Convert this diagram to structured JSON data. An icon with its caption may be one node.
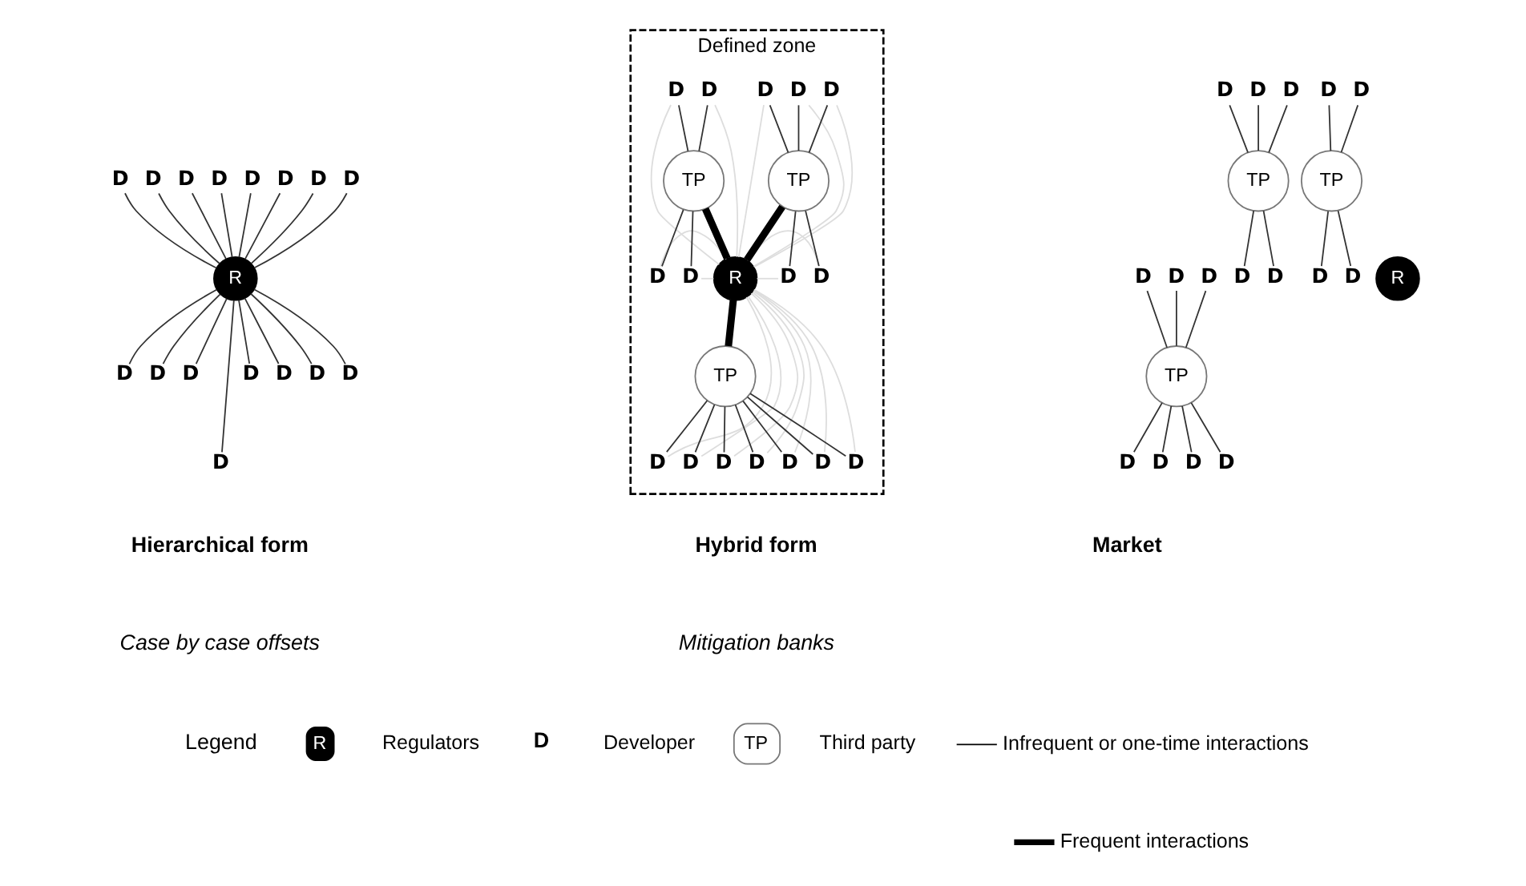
{
  "diagram": {
    "nodes": [
      {
        "text": [
          "R"
        ]
      },
      {
        "text": [
          "D"
        ]
      },
      {
        "text": [
          "D"
        ]
      },
      {
        "text": [
          "D"
        ]
      },
      {
        "text": [
          "D"
        ]
      },
      {
        "text": [
          "D"
        ]
      },
      {
        "text": [
          "D"
        ]
      },
      {
        "text": [
          "D"
        ]
      },
      {
        "text": [
          "D"
        ]
      },
      {
        "text": [
          "D"
        ]
      },
      {
        "text": [
          "D"
        ]
      },
      {
        "text": [
          "D"
        ]
      },
      {
        "text": [
          "D"
        ]
      },
      {
        "text": [
          "D"
        ]
      },
      {
        "text": [
          "D"
        ]
      },
      {
        "text": [
          "D"
        ]
      },
      {
        "text": [
          "D"
        ]
      },
      {
        "text": [
          "Defined zone"
        ]
      },
      {
        "text": [
          "R"
        ],
        "in": 17
      },
      {
        "text": [
          "TP"
        ],
        "in": 17
      },
      {
        "text": [
          "D"
        ],
        "in": 17
      },
      {
        "text": [
          "D"
        ],
        "in": 17
      },
      {
        "text": [
          "D"
        ],
        "in": 17
      },
      {
        "text": [
          "D"
        ],
        "in": 17
      },
      {
        "text": [
          "D"
        ],
        "in": 17
      },
      {
        "text": [
          "TP"
        ],
        "in": 17
      },
      {
        "text": [
          "D"
        ],
        "in": 17
      },
      {
        "text": [
          "D"
        ],
        "in": 17
      },
      {
        "text": [
          "D"
        ],
        "in": 17
      },
      {
        "text": [
          "D"
        ],
        "in": 17
      },
      {
        "text": [
          "TP"
        ],
        "in": 17
      },
      {
        "text": [
          "D"
        ],
        "in": 17
      },
      {
        "text": [
          "D"
        ],
        "in": 17
      },
      {
        "text": [
          "D"
        ],
        "in": 17
      },
      {
        "text": [
          "D"
        ],
        "in": 17
      },
      {
        "text": [
          "D"
        ],
        "in": 17
      },
      {
        "text": [
          "D"
        ],
        "in": 17
      },
      {
        "text": [
          "D"
        ],
        "in": 17
      },
      {
        "text": [
          "TP"
        ]
      },
      {
        "text": [
          "D"
        ]
      },
      {
        "text": [
          "D"
        ]
      },
      {
        "text": [
          "D"
        ]
      },
      {
        "text": [
          "D"
        ]
      },
      {
        "text": [
          "D"
        ]
      },
      {
        "text": [
          "TP"
        ]
      },
      {
        "text": [
          "D"
        ]
      },
      {
        "text": [
          "D"
        ]
      },
      {
        "text": [
          "D"
        ]
      },
      {
        "text": [
          "D"
        ]
      },
      {
        "text": [
          "R"
        ]
      },
      {
        "text": [
          "TP"
        ]
      },
      {
        "text": [
          "D"
        ]
      },
      {
        "text": [
          "D"
        ]
      },
      {
        "text": [
          "D"
        ]
      },
      {
        "text": [
          "D"
        ]
      },
      {
        "text": [
          "D"
        ]
      },
      {
        "text": [
          "D"
        ]
      },
      {
        "text": [
          "D"
        ]
      }
    ],
    "edges": [
      {
        "from": 0,
        "to": 1,
        "arrow": "none"
      },
      {
        "from": 0,
        "to": 2,
        "arrow": "none"
      },
      {
        "from": 0,
        "to": 3,
        "arrow": "none"
      },
      {
        "from": 0,
        "to": 4,
        "arrow": "none"
      },
      {
        "from": 0,
        "to": 5,
        "arrow": "none"
      },
      {
        "from": 0,
        "to": 6,
        "arrow": "none"
      },
      {
        "from": 0,
        "to": 7,
        "arrow": "none"
      },
      {
        "from": 0,
        "to": 8,
        "arrow": "none"
      },
      {
        "from": 0,
        "to": 9,
        "arrow": "none"
      },
      {
        "from": 0,
        "to": 10,
        "arrow": "none"
      },
      {
        "from": 0,
        "to": 11,
        "arrow": "none"
      },
      {
        "from": 0,
        "to": 12,
        "arrow": "none"
      },
      {
        "from": 0,
        "to": 13,
        "arrow": "none"
      },
      {
        "from": 0,
        "to": 14,
        "arrow": "none"
      },
      {
        "from": 0,
        "to": 15,
        "arrow": "none"
      },
      {
        "from": 0,
        "to": 16,
        "arrow": "none"
      },
      {
        "from": 18,
        "to": 19,
        "arrow": "none",
        "style": "thick"
      },
      {
        "from": 18,
        "to": 25,
        "arrow": "none",
        "style": "thick"
      },
      {
        "from": 18,
        "to": 30,
        "arrow": "none",
        "style": "thick"
      },
      {
        "from": 19,
        "to": 20,
        "arrow": "none"
      },
      {
        "from": 19,
        "to": 21,
        "arrow": "none"
      },
      {
        "from": 19,
        "to": 22,
        "arrow": "none"
      },
      {
        "from": 19,
        "to": 23,
        "arrow": "none"
      },
      {
        "from": 19,
        "to": 24,
        "arrow": "none"
      },
      {
        "from": 25,
        "to": 26,
        "arrow": "none"
      },
      {
        "from": 25,
        "to": 27,
        "arrow": "none"
      },
      {
        "from": 25,
        "to": 28,
        "arrow": "none"
      },
      {
        "from": 25,
        "to": 29,
        "arrow": "none"
      },
      {
        "from": 30,
        "to": 31,
        "arrow": "none"
      },
      {
        "from": 30,
        "to": 32,
        "arrow": "none"
      },
      {
        "from": 30,
        "to": 33,
        "arrow": "none"
      },
      {
        "from": 30,
        "to": 34,
        "arrow": "none"
      },
      {
        "from": 30,
        "to": 35,
        "arrow": "none"
      },
      {
        "from": 30,
        "to": 36,
        "arrow": "none"
      },
      {
        "from": 30,
        "to": 37,
        "arrow": "none"
      },
      {
        "from": 18,
        "to": 20,
        "arrow": "none",
        "color": "#dddddd"
      },
      {
        "from": 18,
        "to": 21,
        "arrow": "none",
        "color": "#dddddd"
      },
      {
        "from": 18,
        "to": 22,
        "arrow": "none",
        "color": "#dddddd"
      },
      {
        "from": 18,
        "to": 23,
        "arrow": "none",
        "color": "#dddddd"
      },
      {
        "from": 18,
        "to": 24,
        "arrow": "none",
        "color": "#dddddd"
      },
      {
        "from": 18,
        "to": 26,
        "arrow": "none",
        "color": "#dddddd"
      },
      {
        "from": 18,
        "to": 27,
        "arrow": "none",
        "color": "#dddddd"
      },
      {
        "from": 18,
        "to": 28,
        "arrow": "none",
        "color": "#dddddd"
      },
      {
        "from": 18,
        "to": 29,
        "arrow": "none",
        "color": "#dddddd"
      },
      {
        "from": 18,
        "to": 31,
        "arrow": "none",
        "color": "#dddddd"
      },
      {
        "from": 18,
        "to": 32,
        "arrow": "none",
        "color": "#dddddd"
      },
      {
        "from": 18,
        "to": 33,
        "arrow": "none",
        "color": "#dddddd"
      },
      {
        "from": 18,
        "to": 34,
        "arrow": "none",
        "color": "#dddddd"
      },
      {
        "from": 18,
        "to": 35,
        "arrow": "none",
        "color": "#dddddd"
      },
      {
        "from": 18,
        "to": 36,
        "arrow": "none",
        "color": "#dddddd"
      },
      {
        "from": 18,
        "to": 37,
        "arrow": "none",
        "color": "#dddddd"
      },
      {
        "from": 38,
        "to": 39,
        "arrow": "none"
      },
      {
        "from": 38,
        "to": 40,
        "arrow": "none"
      },
      {
        "from": 38,
        "to": 41,
        "arrow": "none"
      },
      {
        "from": 38,
        "to": 42,
        "arrow": "none"
      },
      {
        "from": 38,
        "to": 43,
        "arrow": "none"
      },
      {
        "from": 44,
        "to": 45,
        "arrow": "none"
      },
      {
        "from": 44,
        "to": 46,
        "arrow": "none"
      },
      {
        "from": 44,
        "to": 47,
        "arrow": "none"
      },
      {
        "from": 44,
        "to": 48,
        "arrow": "none"
      },
      {
        "from": 50,
        "to": 51,
        "arrow": "none"
      },
      {
        "from": 50,
        "to": 52,
        "arrow": "none"
      },
      {
        "from": 50,
        "to": 53,
        "arrow": "none"
      },
      {
        "from": 50,
        "to": 54,
        "arrow": "none"
      },
      {
        "from": 50,
        "to": 55,
        "arrow": "none"
      },
      {
        "from": 50,
        "to": 56,
        "arrow": "none"
      },
      {
        "from": 50,
        "to": 57,
        "arrow": "none"
      }
    ],
    "labels": [
      "Hierarchical form",
      "Case by case offsets",
      "Hybrid form",
      "Mitigation banks",
      "Market",
      "Legend",
      "R",
      "D",
      "TP"
    ],
    "legend": [
      {
        "text": "Regulators"
      },
      {
        "text": "Developer"
      },
      {
        "text": "Third party"
      },
      {
        "text": "Infrequent or one-time interactions"
      },
      {
        "text": "Frequent interactions"
      }
    ]
  }
}
